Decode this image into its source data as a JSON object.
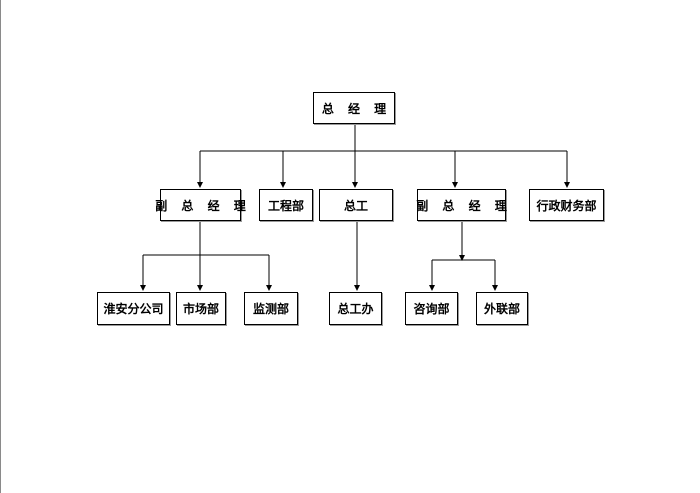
{
  "org_chart": {
    "root": "总 经 理",
    "level2": [
      "副 总 经 理",
      "工程部",
      "总工",
      "副 总 经 理",
      "行政财务部"
    ],
    "level3_left": [
      "淮安分公司",
      "市场部",
      "监测部"
    ],
    "level3_mid": [
      "总工办"
    ],
    "level3_right": [
      "咨询部",
      "外联部"
    ]
  },
  "colors": {
    "line": "#000000",
    "border": "#000000",
    "background": "#ffffff"
  }
}
